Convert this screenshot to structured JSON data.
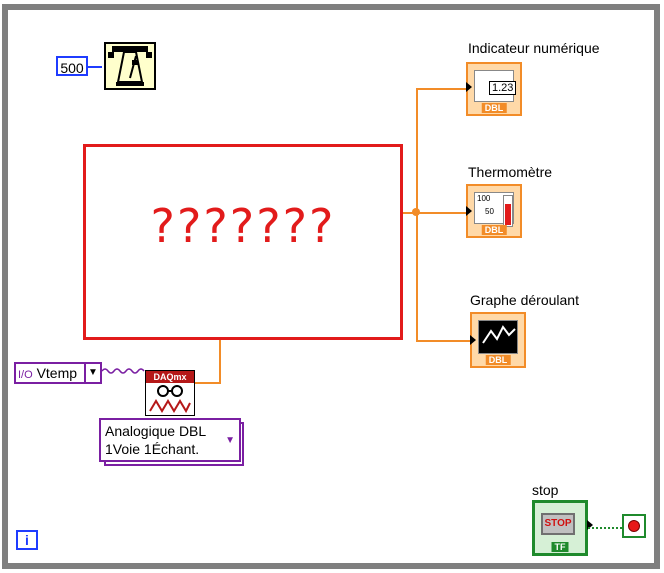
{
  "loop": {
    "iteration_icon": "i"
  },
  "wait": {
    "constant_value": "500",
    "icon": "metronome-icon"
  },
  "placeholder": {
    "text": "???????"
  },
  "indicators": {
    "numeric": {
      "label": "Indicateur numérique",
      "display": "1.23",
      "type": "DBL"
    },
    "thermo": {
      "label": "Thermomètre",
      "scale_top": "100",
      "scale_mid": "50",
      "type": "DBL"
    },
    "chart": {
      "label": "Graphe déroulant",
      "type": "DBL"
    }
  },
  "daq": {
    "channel_label": "Vtemp",
    "header": "DAQmx",
    "icon": "glasses-icon",
    "mode_line1": "Analogique DBL",
    "mode_line2": "1Voie 1Échant."
  },
  "stop": {
    "label": "stop",
    "button_text": "STOP",
    "type": "TF"
  },
  "colors": {
    "orange_wire": "#f28c28",
    "loop_border": "#7f7f7f",
    "red": "#e21b1b",
    "green": "#1f8a2c",
    "blue": "#1f3cff",
    "purple": "#7a1fa2"
  }
}
